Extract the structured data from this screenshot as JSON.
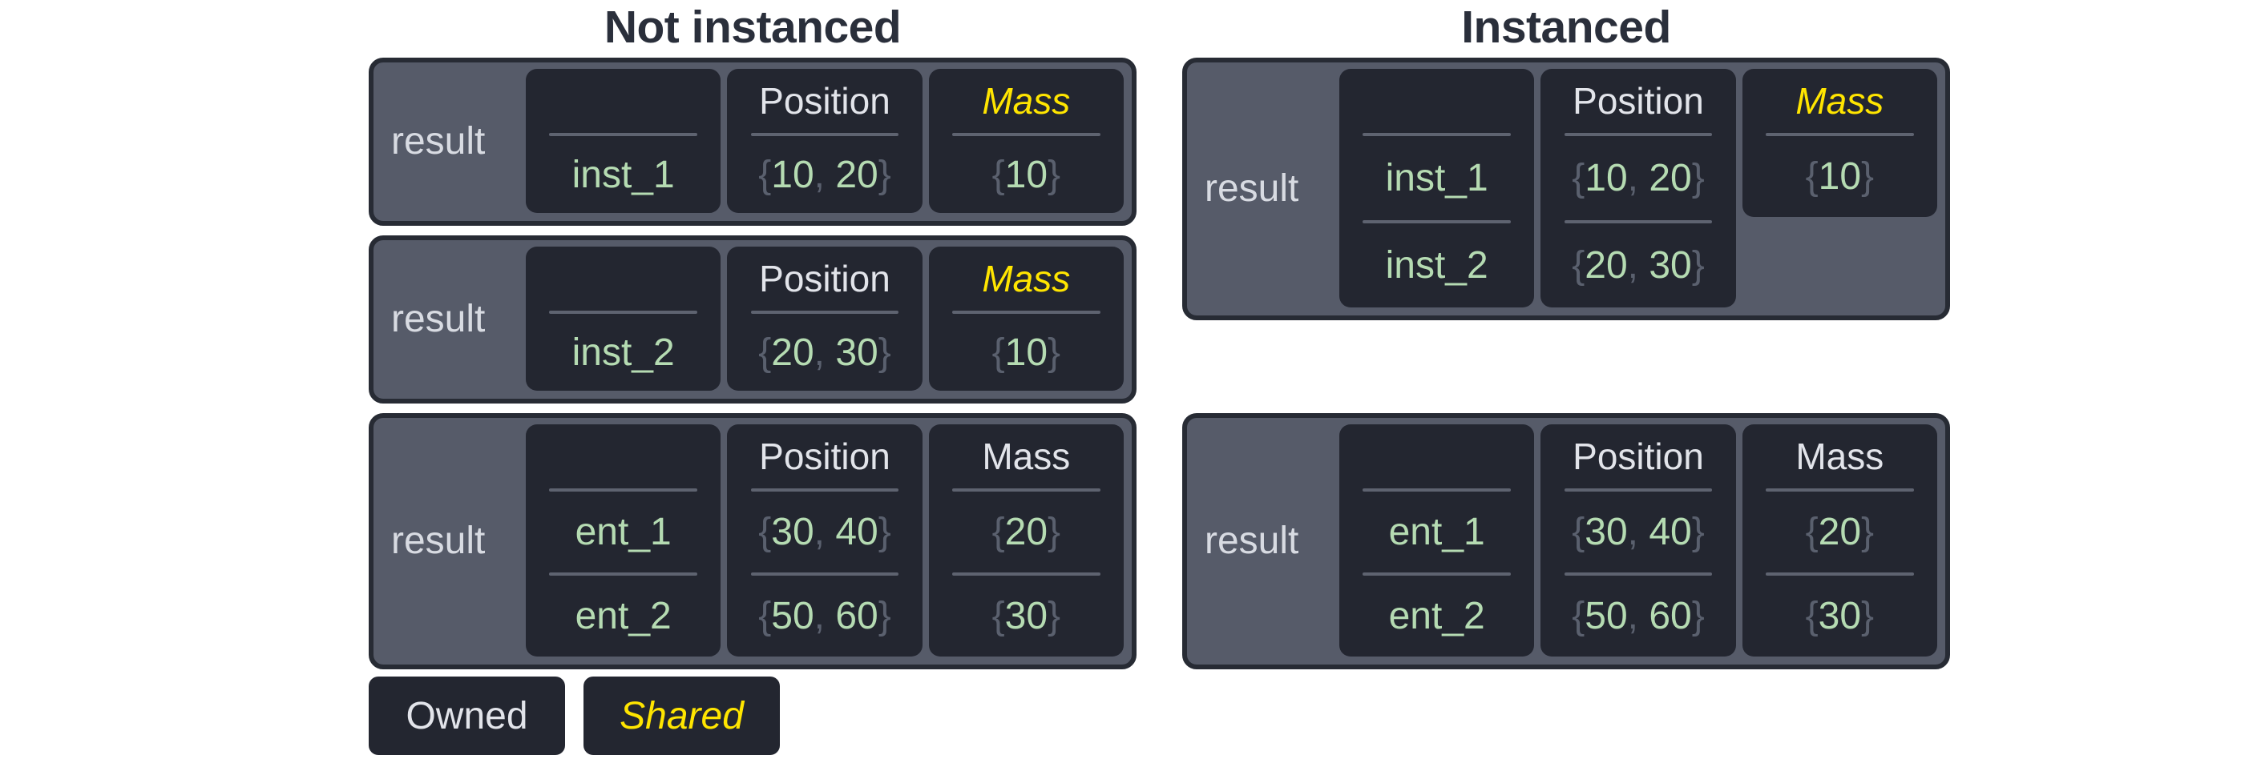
{
  "colors": {
    "background": "#ffffff",
    "title_text": "#2a2f3b",
    "box_fill": "#565b69",
    "box_border": "#272b34",
    "cell_background": "#232630",
    "separator_line": "#5e6370",
    "result_text": "#d8dbe2",
    "owned_text": "#e2e4ea",
    "shared_text": "#ffe500",
    "value_green": "#b5dbb2",
    "brace_gray": "#5a606e"
  },
  "punctuation": {
    "open_brace": "{",
    "close_brace": "}",
    "comma": ", "
  },
  "sections": [
    {
      "title": "Not instanced",
      "boxes": [
        {
          "result_label": "result",
          "columns": [
            {
              "type": "entity",
              "header": "",
              "shared": false,
              "short": false,
              "rows": [
                {
                  "name": "inst_1"
                }
              ]
            },
            {
              "type": "component",
              "header": "Position",
              "shared": false,
              "short": false,
              "rows": [
                {
                  "tuple": [
                    "10",
                    "20"
                  ]
                }
              ]
            },
            {
              "type": "component",
              "header": "Mass",
              "shared": true,
              "short": false,
              "rows": [
                {
                  "tuple": [
                    "10"
                  ]
                }
              ]
            }
          ]
        },
        {
          "result_label": "result",
          "columns": [
            {
              "type": "entity",
              "header": "",
              "shared": false,
              "short": false,
              "rows": [
                {
                  "name": "inst_2"
                }
              ]
            },
            {
              "type": "component",
              "header": "Position",
              "shared": false,
              "short": false,
              "rows": [
                {
                  "tuple": [
                    "20",
                    "30"
                  ]
                }
              ]
            },
            {
              "type": "component",
              "header": "Mass",
              "shared": true,
              "short": false,
              "rows": [
                {
                  "tuple": [
                    "10"
                  ]
                }
              ]
            }
          ]
        },
        {
          "result_label": "result",
          "columns": [
            {
              "type": "entity",
              "header": "",
              "shared": false,
              "short": false,
              "rows": [
                {
                  "name": "ent_1"
                },
                {
                  "name": "ent_2"
                }
              ]
            },
            {
              "type": "component",
              "header": "Position",
              "shared": false,
              "short": false,
              "rows": [
                {
                  "tuple": [
                    "30",
                    "40"
                  ]
                },
                {
                  "tuple": [
                    "50",
                    "60"
                  ]
                }
              ]
            },
            {
              "type": "component",
              "header": "Mass",
              "shared": false,
              "short": false,
              "rows": [
                {
                  "tuple": [
                    "20"
                  ]
                },
                {
                  "tuple": [
                    "30"
                  ]
                }
              ]
            }
          ]
        }
      ]
    },
    {
      "title": "Instanced",
      "boxes": [
        {
          "result_label": "result",
          "columns": [
            {
              "type": "entity",
              "header": "",
              "shared": false,
              "short": false,
              "rows": [
                {
                  "name": "inst_1"
                },
                {
                  "name": "inst_2"
                }
              ]
            },
            {
              "type": "component",
              "header": "Position",
              "shared": false,
              "short": false,
              "rows": [
                {
                  "tuple": [
                    "10",
                    "20"
                  ]
                },
                {
                  "tuple": [
                    "20",
                    "30"
                  ]
                }
              ]
            },
            {
              "type": "component",
              "header": "Mass",
              "shared": true,
              "short": true,
              "rows": [
                {
                  "tuple": [
                    "10"
                  ]
                }
              ]
            }
          ]
        },
        {
          "result_label": "result",
          "columns": [
            {
              "type": "entity",
              "header": "",
              "shared": false,
              "short": false,
              "rows": [
                {
                  "name": "ent_1"
                },
                {
                  "name": "ent_2"
                }
              ]
            },
            {
              "type": "component",
              "header": "Position",
              "shared": false,
              "short": false,
              "rows": [
                {
                  "tuple": [
                    "30",
                    "40"
                  ]
                },
                {
                  "tuple": [
                    "50",
                    "60"
                  ]
                }
              ]
            },
            {
              "type": "component",
              "header": "Mass",
              "shared": false,
              "short": false,
              "rows": [
                {
                  "tuple": [
                    "20"
                  ]
                },
                {
                  "tuple": [
                    "30"
                  ]
                }
              ]
            }
          ]
        }
      ]
    }
  ],
  "legend": [
    {
      "label": "Owned",
      "shared": false
    },
    {
      "label": "Shared",
      "shared": true
    }
  ]
}
